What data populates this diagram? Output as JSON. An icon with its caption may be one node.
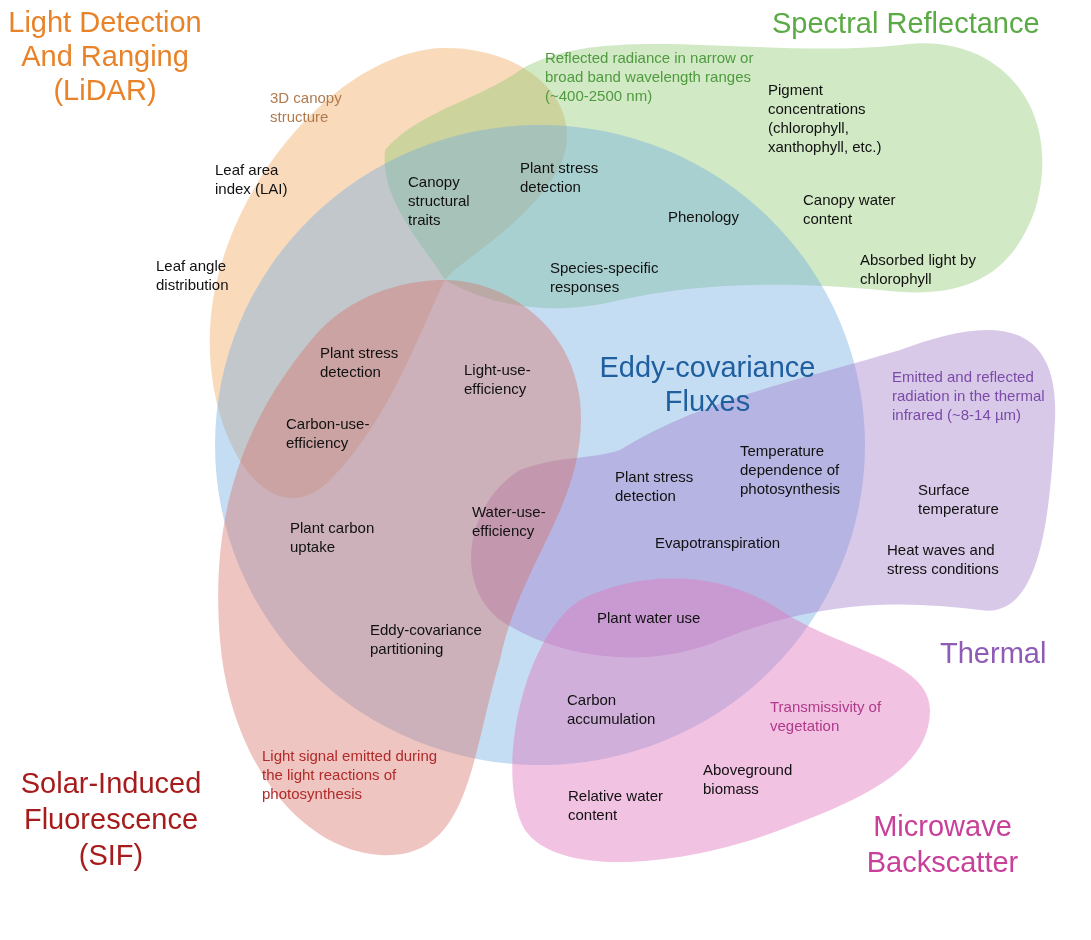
{
  "diagram": {
    "nodes": [
      {
        "text": [
          "Light Detection And Ranging (LiDAR)",
          "3D canopy structure"
        ]
      },
      {
        "text": [
          "Spectral Reflectance",
          "Reflected radiance in narrow or broad band wavelength ranges (~400-2500 nm)"
        ]
      },
      {
        "text": [
          "Eddy-covariance Fluxes"
        ]
      },
      {
        "text": [
          "Emitted and reflected radiation in the thermal infrared (~8-14 µm)",
          "Thermal"
        ]
      },
      {
        "text": [
          "Solar-Induced Fluorescence (SIF)",
          "Light signal emitted during the light reactions of photosynthesis"
        ]
      },
      {
        "text": [
          "Transmissivity of vegetation",
          "Microwave Backscatter"
        ]
      }
    ],
    "labels": [
      "Pigment concentrations (chlorophyll, xanthophyll, etc.)",
      "Plant stress detection",
      "Leaf area index (LAI)",
      "Canopy structural traits",
      "Canopy water content",
      "Phenology",
      "Absorbed light by chlorophyll",
      "Leaf angle distribution",
      "Species-specific responses",
      "Plant stress detection",
      "Light-use-efficiency",
      "Carbon-use-efficiency",
      "Temperature dependence of photosynthesis",
      "Plant stress detection",
      "Surface temperature",
      "Water-use-efficiency",
      "Plant carbon uptake",
      "Evapotranspiration",
      "Heat waves and stress conditions",
      "Plant water use",
      "Eddy-covariance partitioning",
      "Carbon accumulation",
      "Aboveground biomass",
      "Relative water content"
    ]
  }
}
